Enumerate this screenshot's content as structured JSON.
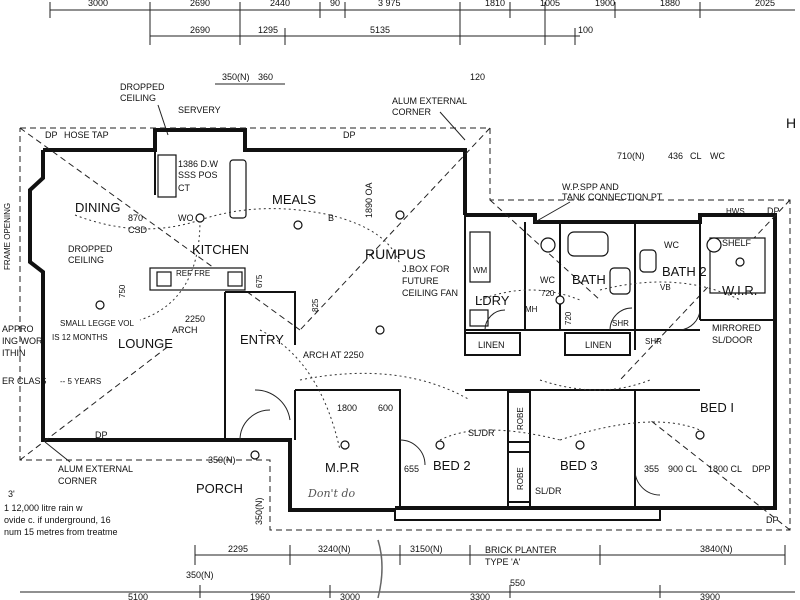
{
  "top_dims_row1": [
    "3000",
    "2690",
    "2440",
    "90",
    "3 975",
    "1810",
    "1005",
    "1900",
    "1880",
    "2025"
  ],
  "top_dims_row2": [
    "2690",
    "1295",
    "5135",
    "100"
  ],
  "top_small": [
    "350(N)",
    "360",
    "120"
  ],
  "right_dims": [
    "710(N)",
    "436",
    "CL",
    "WC"
  ],
  "bottom_dims": [
    "2295",
    "3240(N)",
    "3150(N)",
    "3840(N)",
    "350(N)",
    "550"
  ],
  "bottom_edge": [
    "5100",
    "1960",
    "3000",
    "3300",
    "3900"
  ],
  "rooms": {
    "dining": "DINING",
    "kitchen": "KITCHEN",
    "meals": "MEALS",
    "rumpus": "RUMPUS",
    "lounge": "LOUNGE",
    "entry": "ENTRY",
    "porch": "PORCH",
    "mpr": "M.P.R",
    "bed2": "BED 2",
    "bed3": "BED 3",
    "bed1": "BED I",
    "ldry": "LDRY",
    "wc1": "WC",
    "bath1": "BATH",
    "bath2": "BATH 2",
    "wc2": "WC",
    "wir": "W.I.R.",
    "shelf": "SHELF",
    "linen1": "LINEN",
    "linen2": "LINEN",
    "robe1": "ROBE",
    "robe2": "ROBE"
  },
  "notes": {
    "dropped_ceiling_top": "DROPPED",
    "dropped_ceiling_top2": "CEILING",
    "servery": "SERVERY",
    "alum_corner_top": "ALUM EXTERNAL",
    "alum_corner_top2": "CORNER",
    "hose_tap": "HOSE TAP",
    "dp": "DP",
    "dw": "1386 D.W",
    "sss": "SSS POS",
    "ct": "CT",
    "wo": "WO",
    "csd870": "870",
    "csd": "CSD",
    "dropped_ceiling_left": "DROPPED",
    "dropped_ceiling_left2": "CEILING",
    "frame_opening": "FRAME OPENING",
    "ref_fre": "REF FRE",
    "oa": "1890 OA",
    "b": "B",
    "jbox1": "J.BOX FOR",
    "jbox2": "FUTURE",
    "jbox3": "CEILING FAN",
    "wpspp": "W.P.SPP AND",
    "tank": "TANK CONNECTION PT",
    "hws": "HWS",
    "wm": "WM",
    "vb": "VB",
    "shr": "SHR",
    "mh": "MH",
    "w720": "720",
    "mirrored": "MIRRORED",
    "sl_door": "SL/DOOR",
    "arch_2250": "2250",
    "arch": "ARCH",
    "arch_at": "ARCH AT 2250",
    "d675": "675",
    "d750": "750",
    "d825": "825",
    "d1800": "1800",
    "d600": "600",
    "d655": "655",
    "d355": "355",
    "cl900": "900 CL",
    "cl1800": "1800 CL",
    "dpp": "DPP",
    "sl_dr": "SL/DR",
    "sl_dr2": "SL/DR",
    "alum_corner_bot": "ALUM EXTERNAL",
    "alum_corner_bot2": "CORNER",
    "d350n": "350(N)",
    "d350n2": "350(N)",
    "brick_planter": "BRICK PLANTER",
    "type_a": "TYPE 'A'",
    "handwritten": "Don't do"
  },
  "left_margin_text": [
    "APPRO",
    "ING WOR",
    "ITHIN",
    "ER CLASS",
    "SMALL LEGGE VOL",
    "IS 12 MONTHS",
    "-- 5 YEARS"
  ],
  "bottom_left_text": [
    "3'",
    "1 12,000 litre rain w",
    "ovide c.  if underground, 16",
    "num 15 metres from treatme"
  ],
  "right_edge_text": "H"
}
